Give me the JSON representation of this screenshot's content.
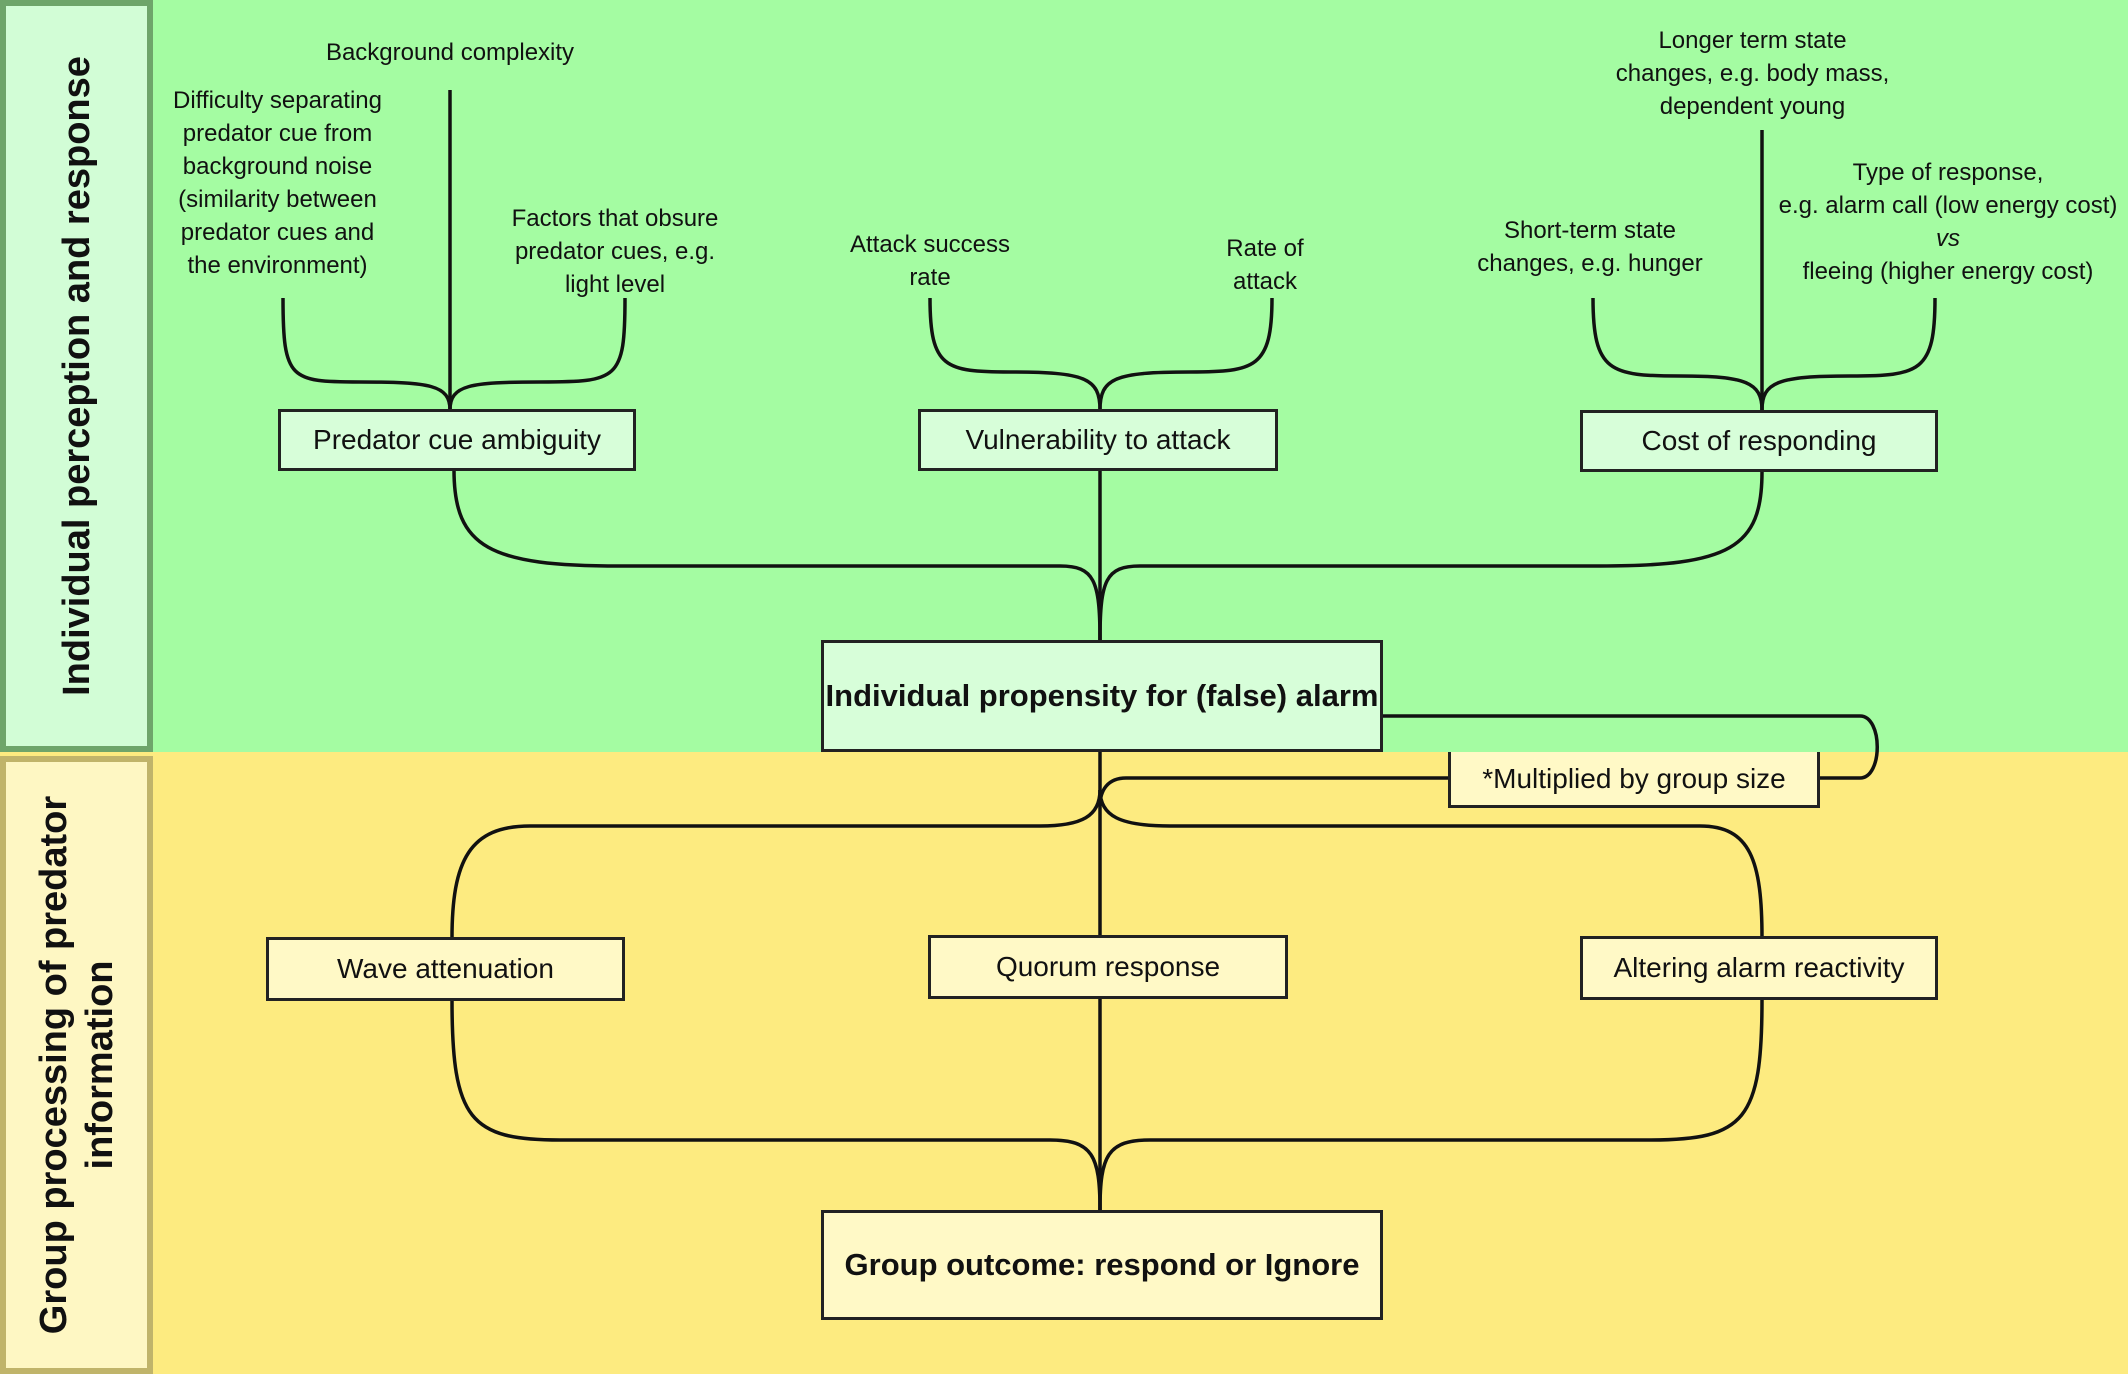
{
  "sections": {
    "top_label": "Individual perception and response",
    "bottom_label_line1": "Group processing of predator",
    "bottom_label_line2": "information"
  },
  "factors": {
    "background_complexity": "Background complexity",
    "difficulty_separating": [
      "Difficulty separating",
      "predator cue from",
      "background noise",
      "(similarity between",
      "predator cues and",
      "the environment)"
    ],
    "obscuring_factors": [
      "Factors that obsure",
      "predator cues, e.g.",
      "light level"
    ],
    "attack_success": [
      "Attack success",
      "rate"
    ],
    "rate_of_attack": [
      "Rate of",
      "attack"
    ],
    "longer_term_state": [
      "Longer term state",
      "changes, e.g. body mass,",
      "dependent young"
    ],
    "short_term_state": [
      "Short-term state",
      "changes, e.g. hunger"
    ],
    "type_of_response": {
      "line1": "Type of response,",
      "line2": "e.g. alarm call (low energy cost)",
      "vs": "vs",
      "line4": "fleeing (higher energy cost)"
    }
  },
  "boxes": {
    "predator_cue_ambiguity": "Predator cue ambiguity",
    "vulnerability": "Vulnerability to attack",
    "cost_of_responding": "Cost of responding",
    "individual_propensity": "Individual propensity for (false) alarm",
    "multiplied": "*Multiplied by group size",
    "wave_attenuation": "Wave attenuation",
    "quorum_response": "Quorum response",
    "altering_reactivity": "Altering alarm reactivity",
    "group_outcome": "Group outcome:  respond or Ignore"
  },
  "colors": {
    "top_band": "#a4fca2",
    "bottom_band": "#fdeb80",
    "green_box": "#d7fed9",
    "yellow_box": "#fff9c6"
  }
}
